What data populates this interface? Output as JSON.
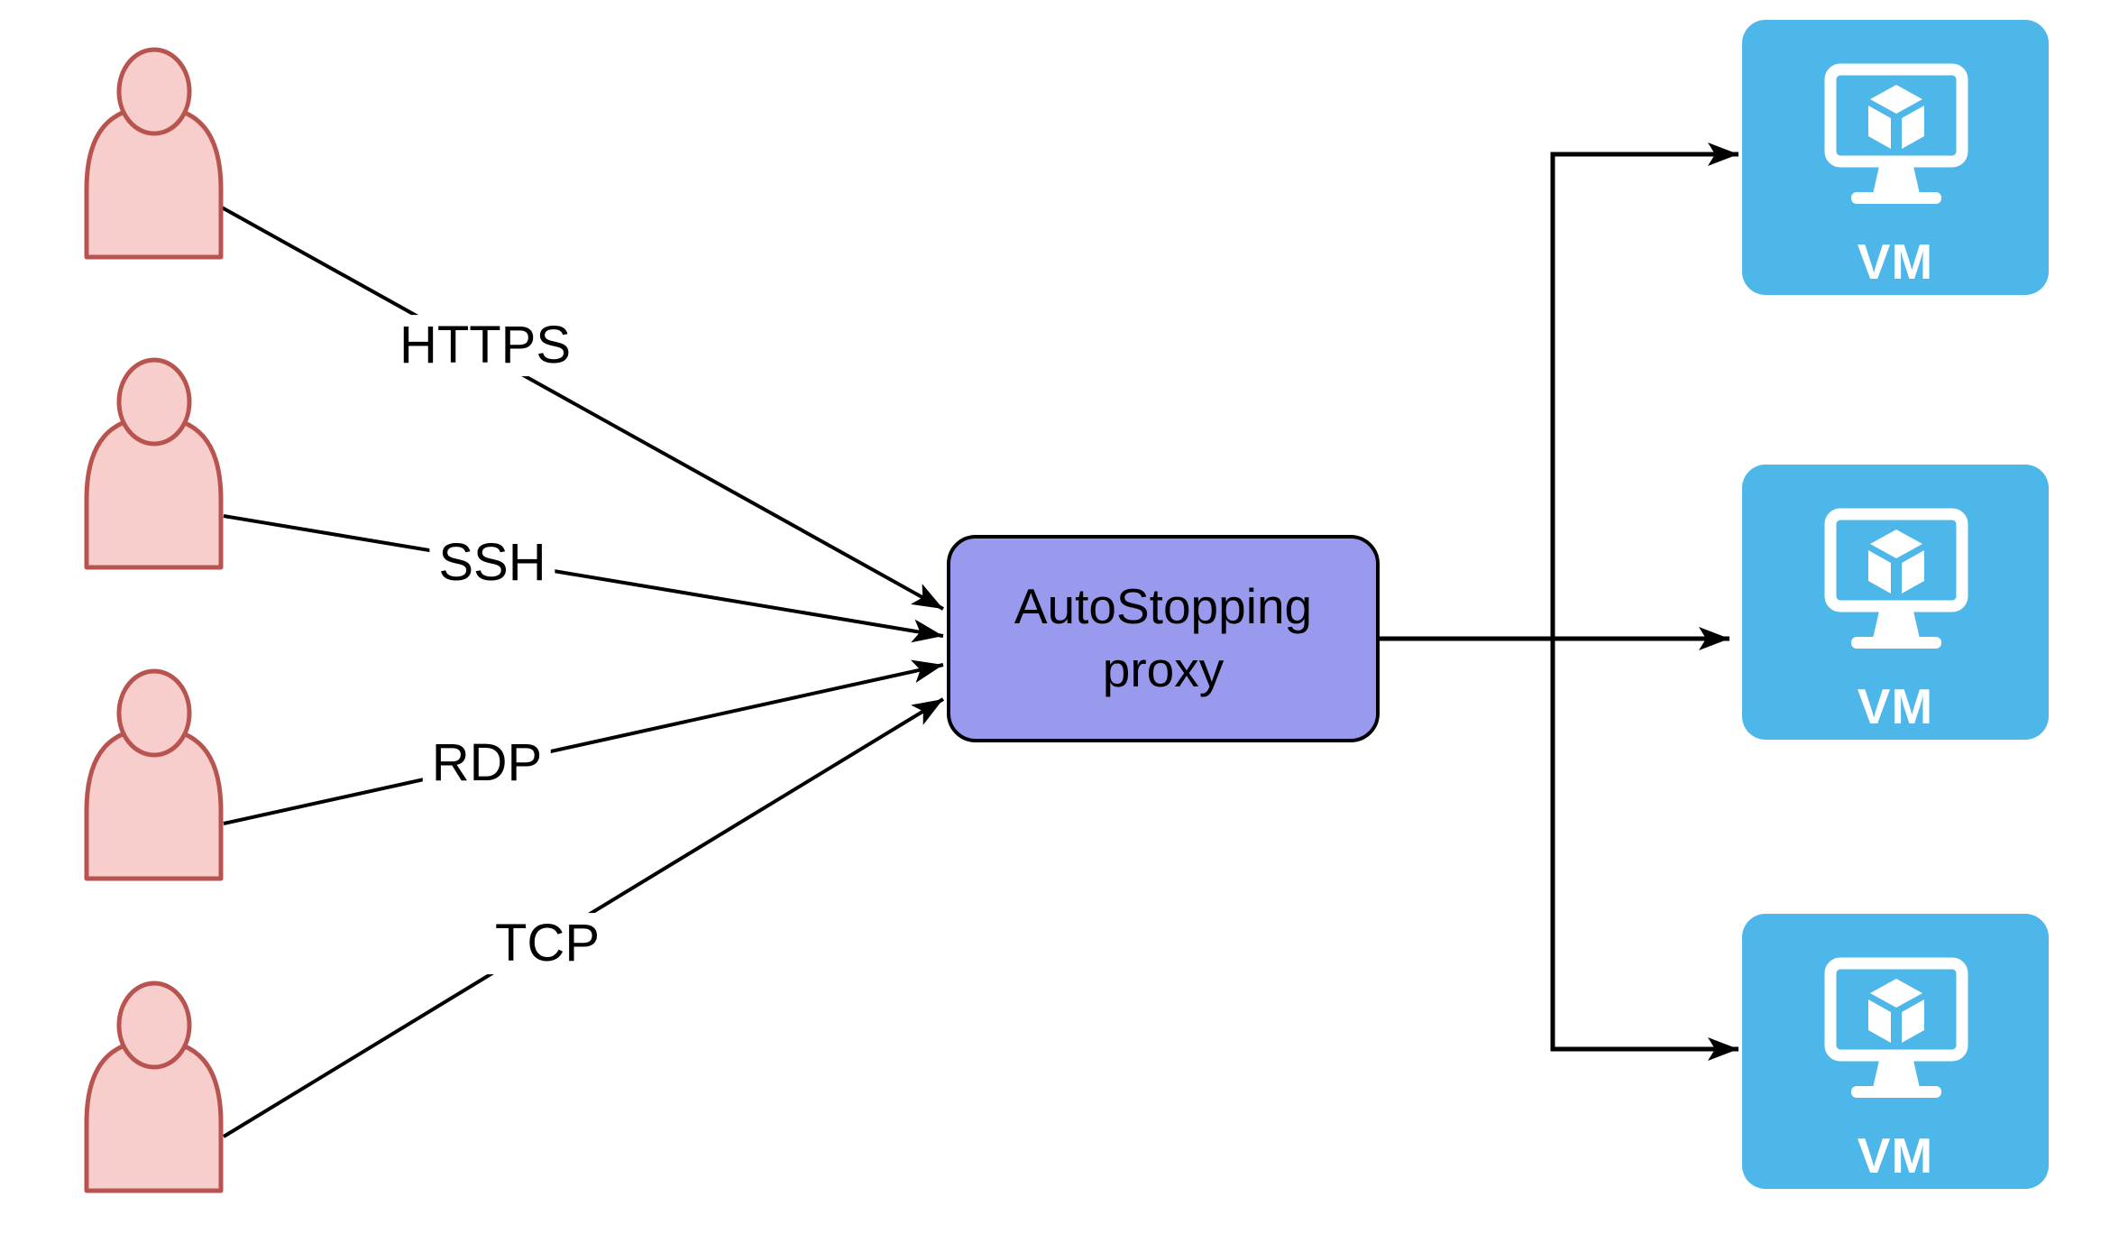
{
  "diagram": {
    "users": [
      {
        "icon": "user-icon"
      },
      {
        "icon": "user-icon"
      },
      {
        "icon": "user-icon"
      },
      {
        "icon": "user-icon"
      }
    ],
    "connections": [
      {
        "label": "HTTPS"
      },
      {
        "label": "SSH"
      },
      {
        "label": "RDP"
      },
      {
        "label": "TCP"
      }
    ],
    "proxy": {
      "label": "AutoStopping proxy"
    },
    "vms": [
      {
        "label": "VM",
        "icon": "vm-monitor-icon"
      },
      {
        "label": "VM",
        "icon": "vm-monitor-icon"
      },
      {
        "label": "VM",
        "icon": "vm-monitor-icon"
      }
    ],
    "colors": {
      "user_fill": "#f8cecc",
      "user_stroke": "#b85450",
      "proxy_fill": "#9999ee",
      "proxy_stroke": "#000000",
      "vm_fill": "#4db7e9",
      "vm_icon": "#ffffff",
      "connector": "#000000",
      "label_text": "#000000",
      "canvas_bg": "#ffffff"
    }
  }
}
